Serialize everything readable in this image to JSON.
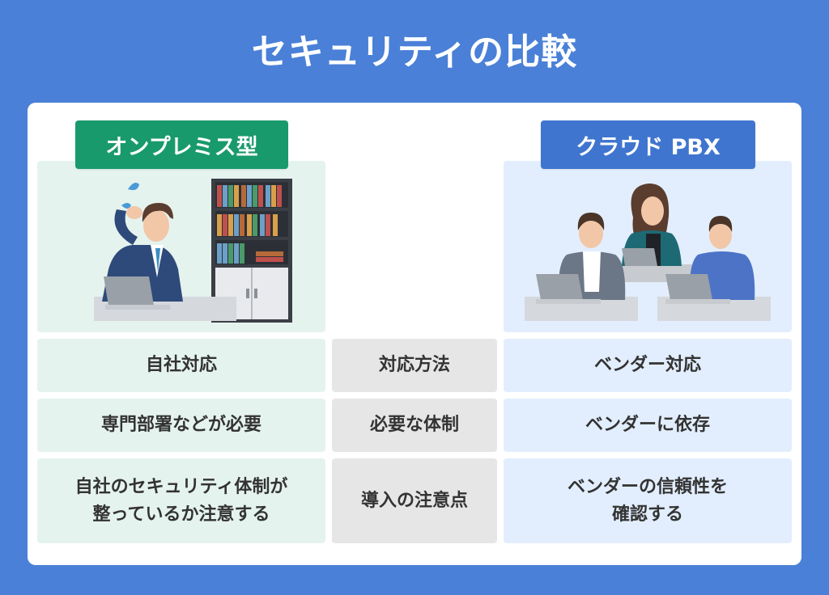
{
  "title": "セキュリティの比較",
  "labels": {
    "onpremise": "オンプレミス型",
    "cloud": "クラウド PBX"
  },
  "rows": [
    {
      "left": "自社対応",
      "middle": "対応方法",
      "right": "ベンダー対応"
    },
    {
      "left": "専門部署などが必要",
      "middle": "必要な体制",
      "right": "ベンダーに依存"
    },
    {
      "left_lines": [
        "自社のセキュリティ体制が",
        "整っているか注意する"
      ],
      "middle": "導入の注意点",
      "right_lines": [
        "ベンダーの信頼性を",
        "確認する"
      ]
    }
  ],
  "colors": {
    "background": "#4a80d7",
    "onpremise_accent": "#199a6c",
    "cloud_accent": "#3f75cf",
    "onpremise_bg": "#e5f3ee",
    "cloud_bg": "#e2eefd",
    "neutral_bg": "#e6e6e6"
  },
  "icons": {
    "onpremise_illustration": "stressed-office-worker-with-bookshelf",
    "cloud_illustration": "team-working-on-laptops"
  }
}
